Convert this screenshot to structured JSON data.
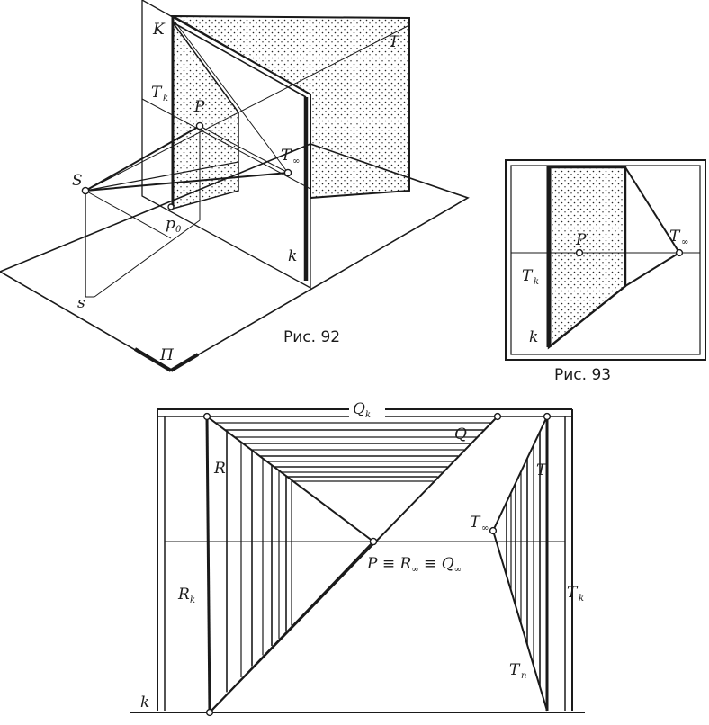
{
  "fig92": {
    "caption": "Рис. 92",
    "labels": {
      "K": "K",
      "T": "T",
      "Tk": "T",
      "Tk_sub": "k",
      "P": "P",
      "Tinf": "T",
      "Tinf_sub": "∞",
      "S": "S",
      "p0": "p",
      "p0_sub": "0",
      "k": "k",
      "s": "s",
      "Pi": "П"
    }
  },
  "fig93": {
    "caption": "Рис. 93",
    "labels": {
      "P": "P",
      "Tinf": "T",
      "Tinf_sub": "∞",
      "Tk": "T",
      "Tk_sub": "k",
      "k": "k"
    }
  },
  "fig94": {
    "labels": {
      "Qk": "Q",
      "Qk_sub": "k",
      "Q": "Q",
      "R": "R",
      "Rk": "R",
      "Rk_sub": "k",
      "Tinf": "T",
      "Tinf_sub": "∞",
      "T": "T",
      "Tk": "T",
      "Tk_sub": "k",
      "Tpi": "T",
      "Tpi_sub": "п",
      "k": "k",
      "eq_P": "P ≡ R",
      "eq_sub1": "∞",
      "eq_mid": " ≡ Q",
      "eq_sub2": "∞"
    }
  }
}
